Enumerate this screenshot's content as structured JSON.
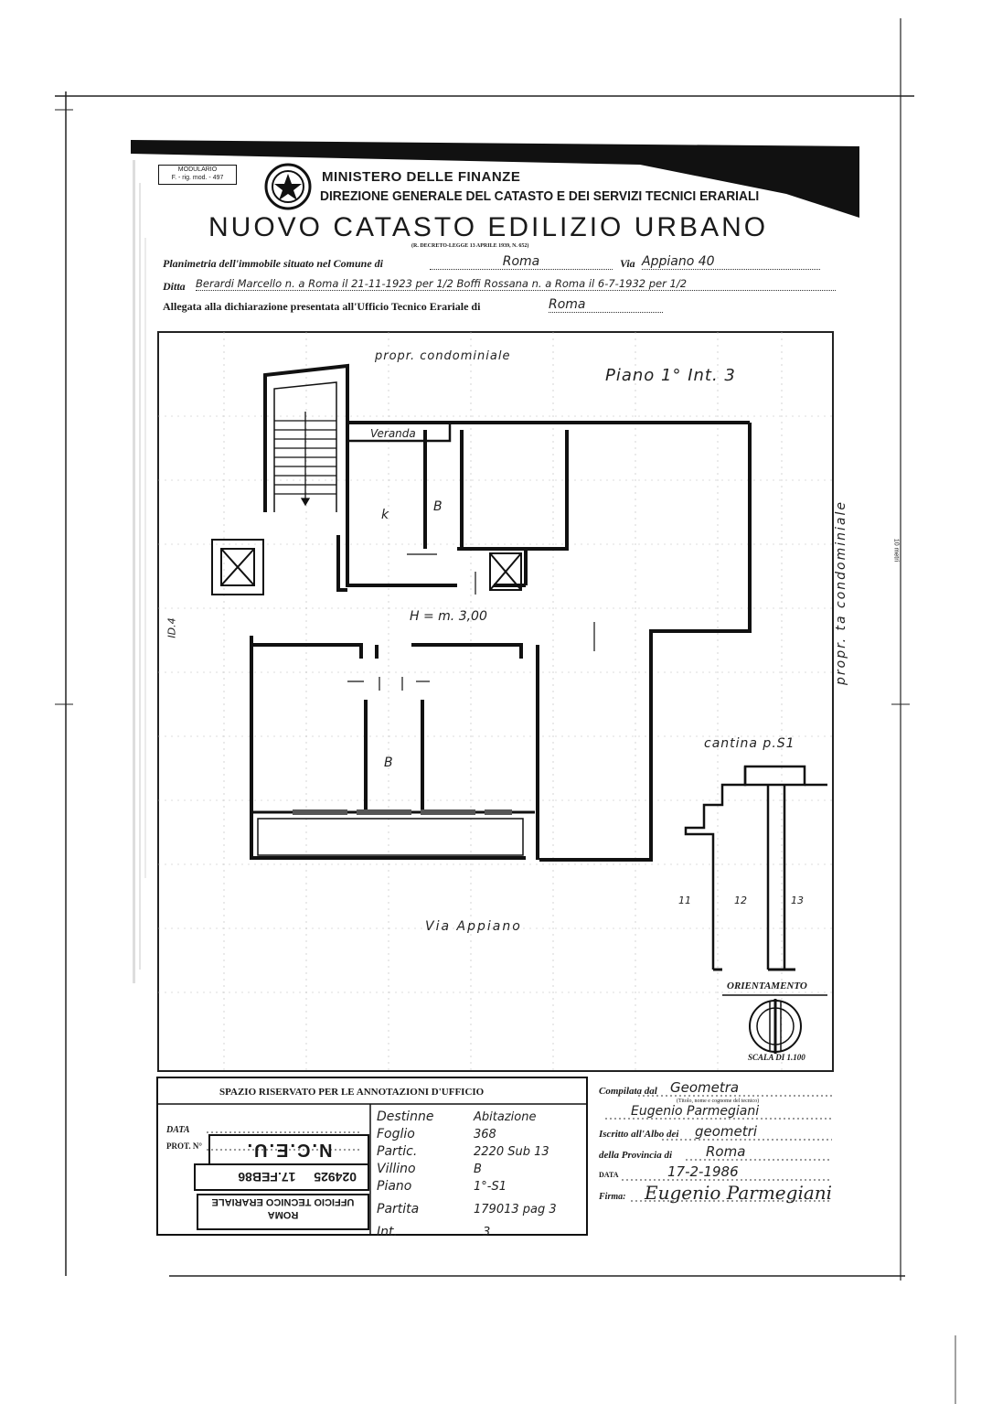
{
  "header": {
    "modulario_label": "MODULARIO",
    "modulario_code": "F. - rig. mod. - 497",
    "ministry": "MINISTERO DELLE FINANZE",
    "direction": "DIREZIONE GENERALE DEL CATASTO E DEI SERVIZI TECNICI ERARIALI",
    "main_title": "NUOVO CATASTO EDILIZIO URBANO",
    "decree": "(R. DECRETO-LEGGE 13 APRILE 1939, N. 652)"
  },
  "form": {
    "planimetria_label": "Planimetria dell'immobile situato nel Comune di",
    "comune_value": "Roma",
    "via_label": "Via",
    "via_value": "Appiano 40",
    "ditta_label": "Ditta",
    "ditta_value": "Berardi Marcello n. a Roma il 21-11-1923 per 1/2 Boffi Rossana n. a Roma il 6-7-1932 per 1/2",
    "allegata_label": "Allegata alla dichiarazione presentata all'Ufficio Tecnico Erariale di",
    "ufficio_value": "Roma"
  },
  "plan": {
    "propr_top": "propr. condominiale",
    "piano": "Piano 1° Int. 3",
    "veranda": "Veranda",
    "k": "k",
    "b1": "B",
    "b2": "B",
    "height": "H = m. 3,00",
    "propr_right": "propr. ta condominiale",
    "cantina": "cantina p.S1",
    "num11": "11",
    "num12": "12",
    "num13": "13",
    "via_appiano": "Via Appiano",
    "side_left": "ID.4",
    "metri": "10 metri",
    "orientamento": "ORIENTAMENTO",
    "scala": "SCALA DI 1.100"
  },
  "office": {
    "spazio_title": "SPAZIO RISERVATO PER LE ANNOTAZIONI D'UFFICIO",
    "data_label": "DATA",
    "prot_label": "PROT. N°",
    "ncu_stamp": "N.C.E.U.",
    "stamp_number": "024925",
    "stamp_date": "17.FEB86",
    "ufficio_stamp_line1": "ROMA",
    "ufficio_stamp_line2": "UFFICIO TECNICO ERARIALE",
    "rows": [
      {
        "label": "Destinne",
        "value": "Abitazione"
      },
      {
        "label": "Foglio",
        "value": "368"
      },
      {
        "label": "Partic.",
        "value": "2220 Sub 13"
      },
      {
        "label": "Villino",
        "value": "B"
      },
      {
        "label": "Piano",
        "value": "1°-S1"
      },
      {
        "label": "Partita",
        "value": "179013 pag 3"
      },
      {
        "label": "Int.",
        "value": "3"
      }
    ]
  },
  "compilata": {
    "compilata_label": "Compilata dal",
    "compilata_value": "Geometra",
    "titolo_note": "(Titolo, nome e cognome del tecnico)",
    "nome_value": "Eugenio Parmegiani",
    "iscritto_label": "Iscritto all'Albo dei",
    "iscritto_value": "geometri",
    "provincia_label": "della Provincia di",
    "provincia_value": "Roma",
    "data_label": "DATA",
    "data_value": "17-2-1986",
    "firma_label": "Firma:",
    "firma_value": "Eugenio Parmegiani"
  }
}
